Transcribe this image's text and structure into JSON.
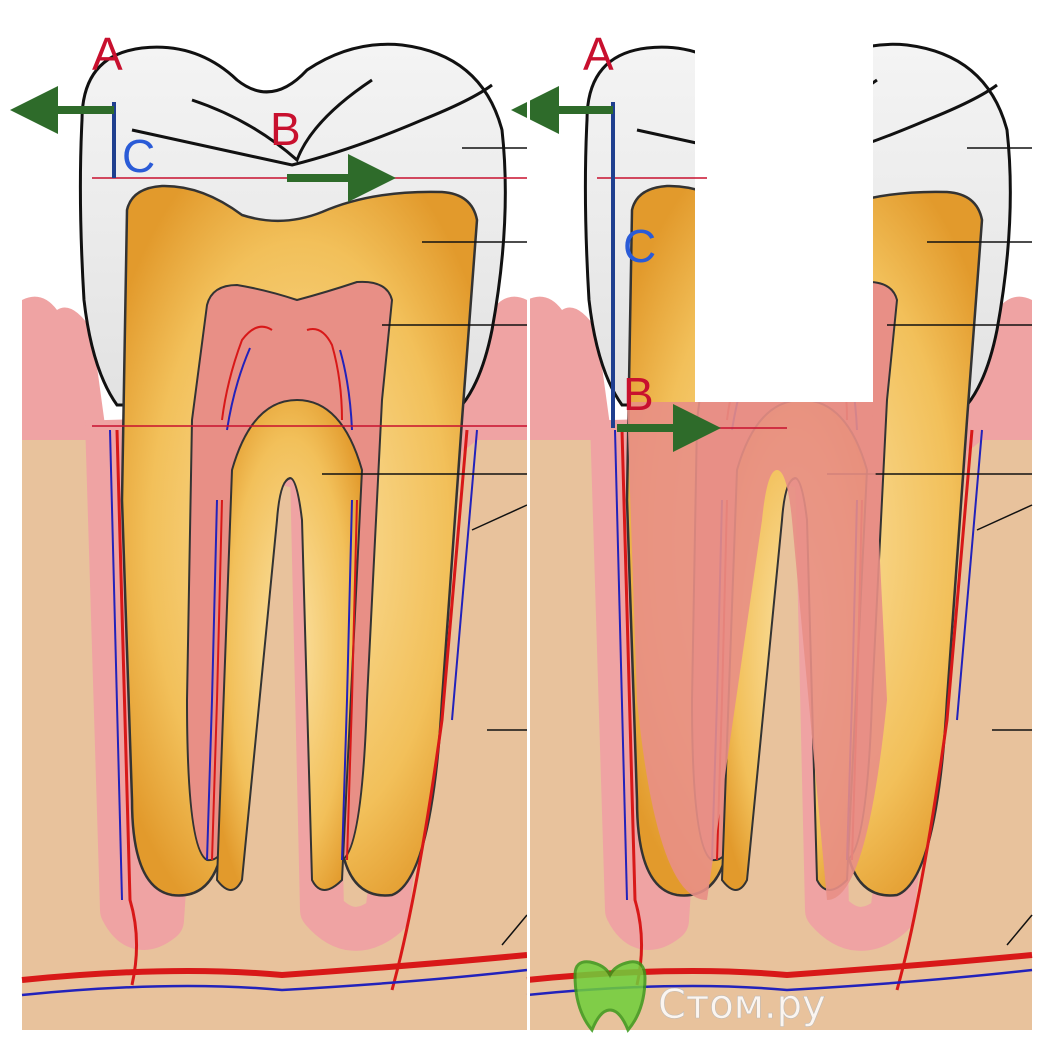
{
  "panels": [
    {
      "id": "left",
      "labels": {
        "a": "A",
        "b": "B",
        "c": "C"
      },
      "arrows": [
        "arrow-left",
        "arrow-right"
      ]
    },
    {
      "id": "right",
      "labels": {
        "a": "A",
        "b": "B",
        "c": "C"
      },
      "arrows": [
        "arrow-left",
        "arrow-right"
      ]
    }
  ],
  "colors": {
    "label_red": "#c8102e",
    "label_blue": "#2a5bd7",
    "arrow_green": "#2e6b2a",
    "measure_blue": "#1f3f8f",
    "enamel": "#ebebeb",
    "dentin": "#f2b84a",
    "pulp": "#e88f86",
    "bone": "#e8c29c",
    "gum": "#efa3a3",
    "artery": "#d81818",
    "vein": "#2222bb"
  },
  "watermark": {
    "text": "Стом.ру",
    "icon": "tooth-logo-icon"
  }
}
